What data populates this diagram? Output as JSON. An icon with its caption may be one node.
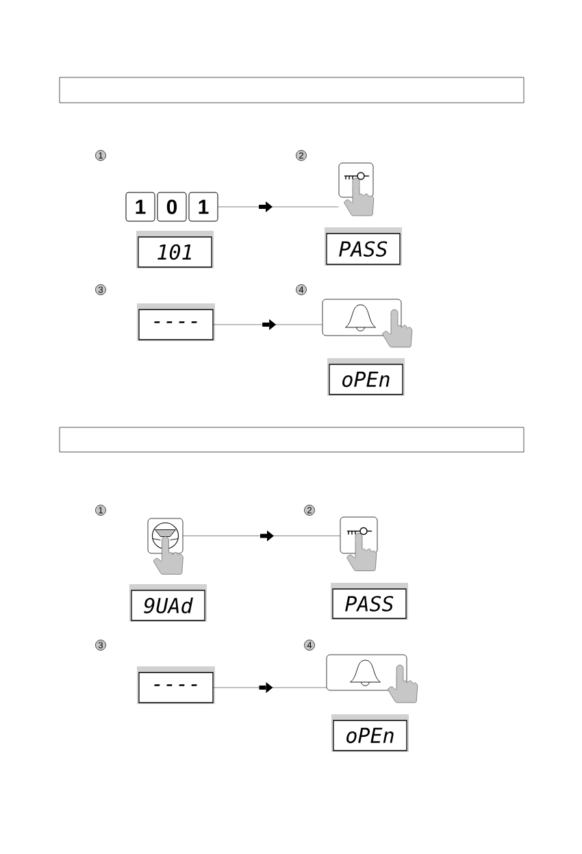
{
  "diagram": {
    "nodes": [
      {
        "text": [],
        "shape": "box"
      },
      {
        "text": [
          "1"
        ]
      },
      {
        "text": [
          "0"
        ]
      },
      {
        "text": [
          "1"
        ]
      },
      {
        "text": [],
        "shape": "picture"
      },
      {
        "text": [
          "101"
        ]
      },
      {
        "text": [
          "PASS"
        ]
      },
      {
        "text": [
          "----"
        ]
      },
      {
        "text": [],
        "shape": "picture"
      },
      {
        "text": [
          "oPEn"
        ]
      },
      {
        "text": [],
        "shape": "box"
      },
      {
        "text": [],
        "shape": "picture"
      },
      {
        "text": [],
        "shape": "picture"
      },
      {
        "text": [
          "9UAd"
        ]
      },
      {
        "text": [
          "PASS"
        ]
      },
      {
        "text": [
          "----"
        ]
      },
      {
        "text": [],
        "shape": "picture"
      },
      {
        "text": [
          "oPEn"
        ]
      }
    ],
    "edges": [
      {
        "from": 3,
        "to": 4,
        "arrow": "to"
      },
      {
        "from": 7,
        "to": 8,
        "arrow": "to"
      },
      {
        "from": 11,
        "to": 12,
        "arrow": "to"
      },
      {
        "from": 15,
        "to": 16,
        "arrow": "to"
      }
    ],
    "labels": [
      "1",
      "2",
      "3",
      "4",
      "1",
      "2",
      "3",
      "4"
    ]
  }
}
